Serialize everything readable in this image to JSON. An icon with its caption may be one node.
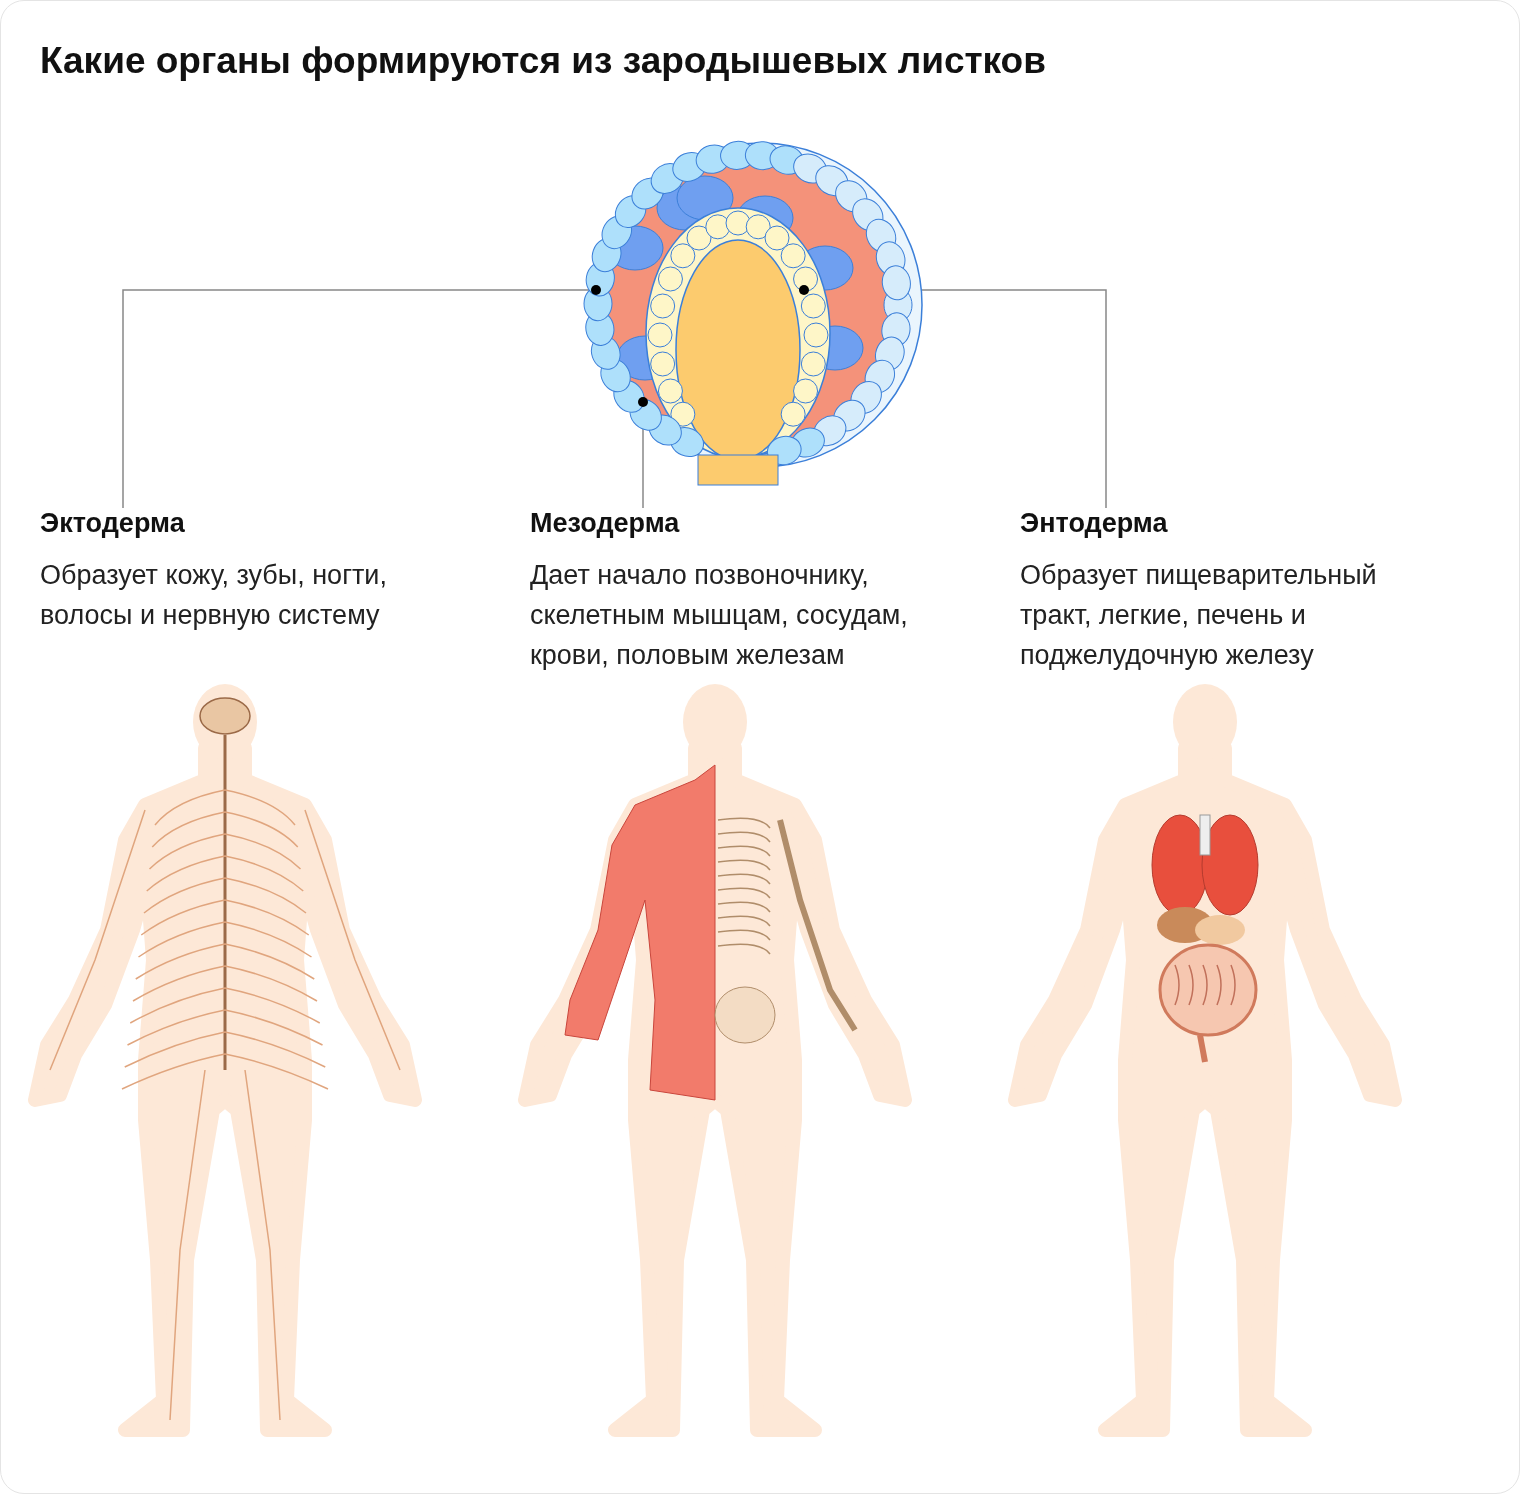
{
  "diagram": {
    "title": "Какие органы формируются из зародышевых листков",
    "nodes": [
      {
        "text": [
          "Эктодерма",
          "Образует кожу, зубы, ногти, волосы и нервную систему"
        ]
      },
      {
        "text": [
          "Мезодерма",
          "Дает начало позвоночнику, скелетным мышцам, сосудам, крови, половым железам"
        ]
      },
      {
        "text": [
          "Энтодерма",
          "Образует пищеварительный тракт, легкие, печень и поджелудочную железу"
        ]
      },
      {
        "text": [],
        "shape": "picture"
      },
      {
        "text": [],
        "shape": "circle",
        "in": 3
      },
      {
        "text": [],
        "shape": "circle",
        "in": 3
      },
      {
        "text": [],
        "shape": "circle",
        "in": 3
      }
    ],
    "edges": [
      {
        "from": 0,
        "to": 4,
        "arrow": "none"
      },
      {
        "from": 1,
        "to": 5,
        "arrow": "none"
      },
      {
        "from": 2,
        "to": 6,
        "arrow": "none"
      }
    ]
  }
}
